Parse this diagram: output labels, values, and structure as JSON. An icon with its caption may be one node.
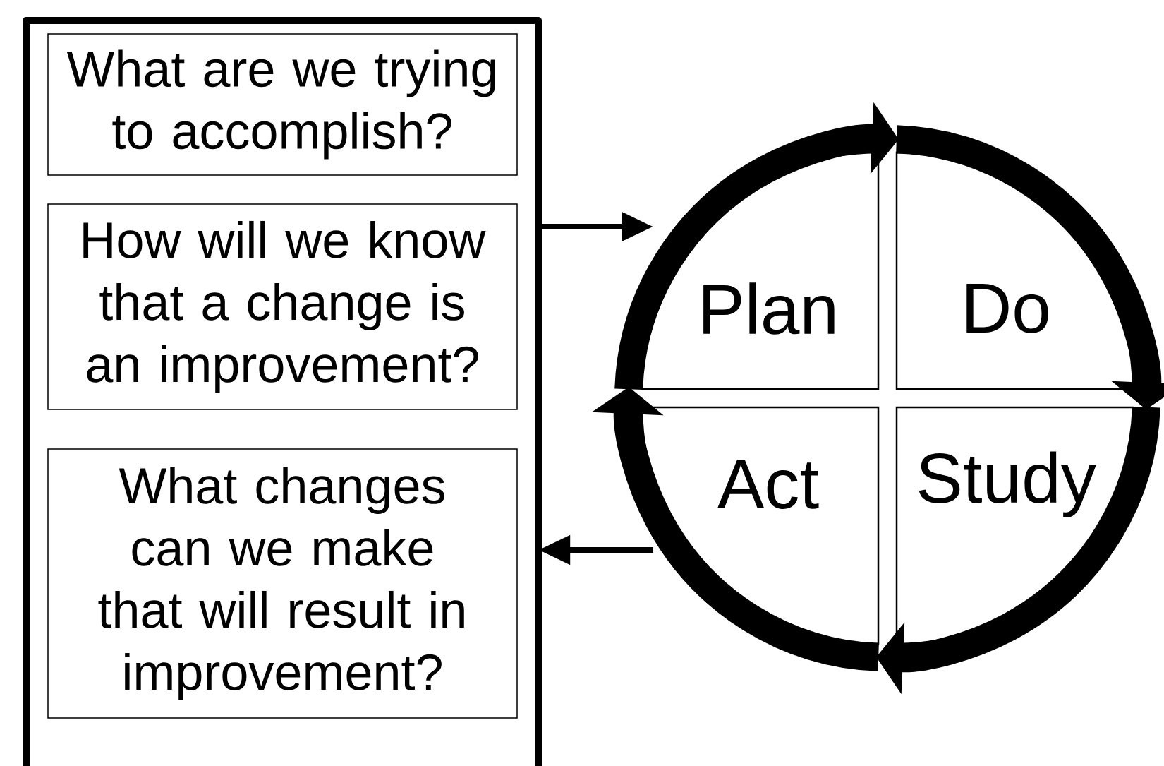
{
  "diagram": {
    "nodes": [
      {
        "text": [],
        "shape": "box"
      },
      {
        "text": [
          "What are we trying to accomplish?"
        ],
        "in": 0
      },
      {
        "text": [
          "How will we know that a change is an improvement?"
        ],
        "in": 0
      },
      {
        "text": [
          "What changes can we make that will result in improvement?"
        ],
        "in": 0
      },
      {
        "text": [
          "Plan"
        ]
      },
      {
        "text": [
          "Do"
        ]
      },
      {
        "text": [
          "Act"
        ]
      },
      {
        "text": [
          "Study"
        ]
      }
    ],
    "edges": [
      {
        "from": 0,
        "to": 4,
        "arrow": "to"
      },
      {
        "from": 6,
        "to": 0,
        "arrow": "to"
      },
      {
        "from": 4,
        "to": 5,
        "arrow": "to"
      },
      {
        "from": 5,
        "to": 7,
        "arrow": "to"
      },
      {
        "from": 7,
        "to": 6,
        "arrow": "to"
      },
      {
        "from": 6,
        "to": 4,
        "arrow": "to"
      }
    ]
  }
}
